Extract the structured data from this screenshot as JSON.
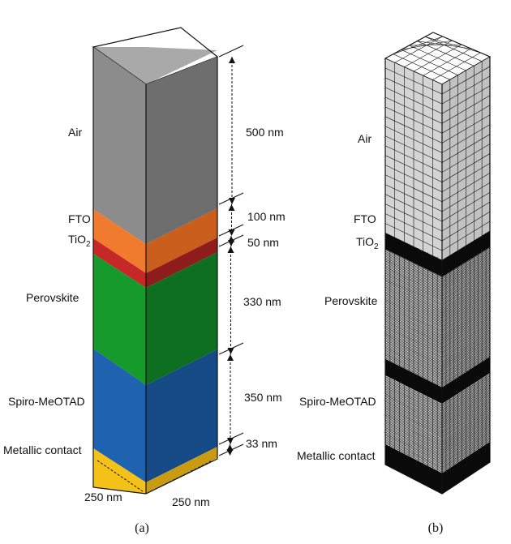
{
  "panel_a": {
    "layers": [
      {
        "name": "Air",
        "thickness": "500 nm",
        "front": "#8c8c8c",
        "side": "#6e6e6e",
        "top": "#a9a9a9"
      },
      {
        "name": "FTO",
        "thickness": "100 nm",
        "front": "#f07a2e",
        "side": "#c95e1d"
      },
      {
        "name": "TiO",
        "sub": "2",
        "thickness": "50 nm",
        "front": "#c62828",
        "side": "#8f1c1c"
      },
      {
        "name": "Perovskite",
        "thickness": "330 nm",
        "front": "#169a2c",
        "side": "#0f6f20"
      },
      {
        "name": "Spiro-MeOTAD",
        "thickness": "350 nm",
        "front": "#1f63b0",
        "side": "#154a86"
      },
      {
        "name": "Metallic contact",
        "thickness": "33 nm",
        "front": "#f4c118",
        "side": "#c99b10"
      }
    ],
    "base_width": "250 nm",
    "base_depth": "250 nm",
    "caption": "(a)"
  },
  "panel_b": {
    "labels": [
      "Air",
      "FTO",
      "TiO",
      "Perovskite",
      "Spiro-MeOTAD",
      "Metallic contact"
    ],
    "tio_sub": "2",
    "caption": "(b)"
  }
}
